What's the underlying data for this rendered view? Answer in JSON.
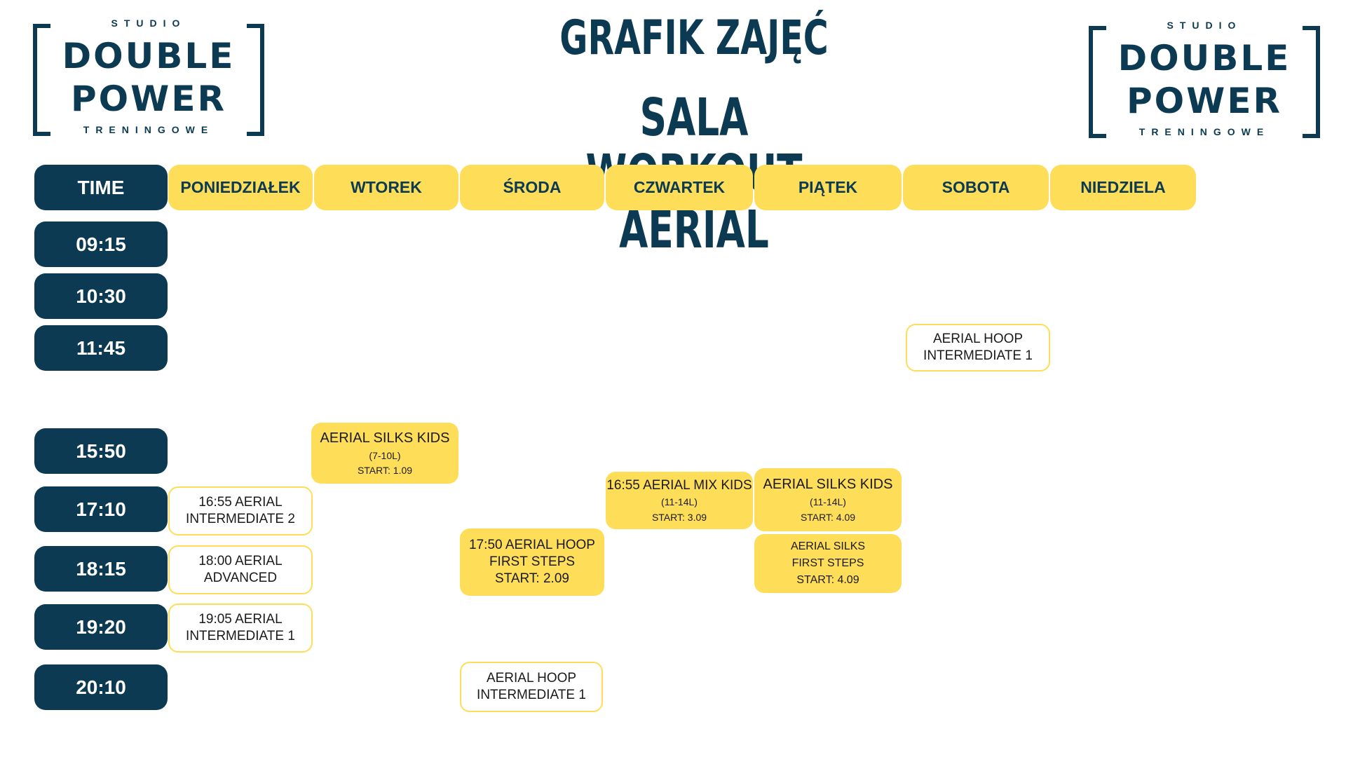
{
  "logo": {
    "studio": "STUDIO",
    "line1": "DOUBLE",
    "line2": "POWER",
    "tagline": "TRENINGOWE"
  },
  "title": {
    "line1": "GRAFIK ZAJĘĆ",
    "line2": "SALA WORKOUT AERIAL"
  },
  "colors": {
    "navy": "#0b3a52",
    "yellow": "#fedd59"
  },
  "header": {
    "time_label": "TIME",
    "days": [
      "PONIEDZIAŁEK",
      "WTOREK",
      "ŚRODA",
      "CZWARTEK",
      "PIĄTEK",
      "SOBOTA",
      "NIEDZIELA"
    ]
  },
  "times": [
    "09:15",
    "10:30",
    "11:45",
    "15:50",
    "17:10",
    "18:15",
    "19:20",
    "20:10"
  ],
  "classes": {
    "sat_1145": {
      "line1": "AERIAL HOOP",
      "line2": "INTERMEDIATE 1"
    },
    "tue_1550": {
      "title": "AERIAL SILKS KIDS",
      "age": "(7-10L)",
      "start": "START: 1.09"
    },
    "mon_1655": {
      "line1": "16:55 AERIAL",
      "line2": "INTERMEDIATE 2"
    },
    "thu_1655": {
      "title": "16:55 AERIAL MIX KIDS",
      "age": "(11-14L)",
      "start": "START: 3.09"
    },
    "fri_kids": {
      "title": "AERIAL SILKS KIDS",
      "age": "(11-14L)",
      "start": "START: 4.09"
    },
    "wed_1750": {
      "line1": "17:50 AERIAL HOOP",
      "line2": "FIRST STEPS",
      "line3": "START: 2.09"
    },
    "fri_first": {
      "line1": "AERIAL SILKS",
      "line2": "FIRST STEPS",
      "line3": "START: 4.09"
    },
    "mon_1800": {
      "line1": "18:00 AERIAL",
      "line2": "ADVANCED"
    },
    "mon_1905": {
      "line1": "19:05 AERIAL",
      "line2": "INTERMEDIATE 1"
    },
    "wed_2010": {
      "line1": "AERIAL HOOP",
      "line2": "INTERMEDIATE 1"
    }
  }
}
